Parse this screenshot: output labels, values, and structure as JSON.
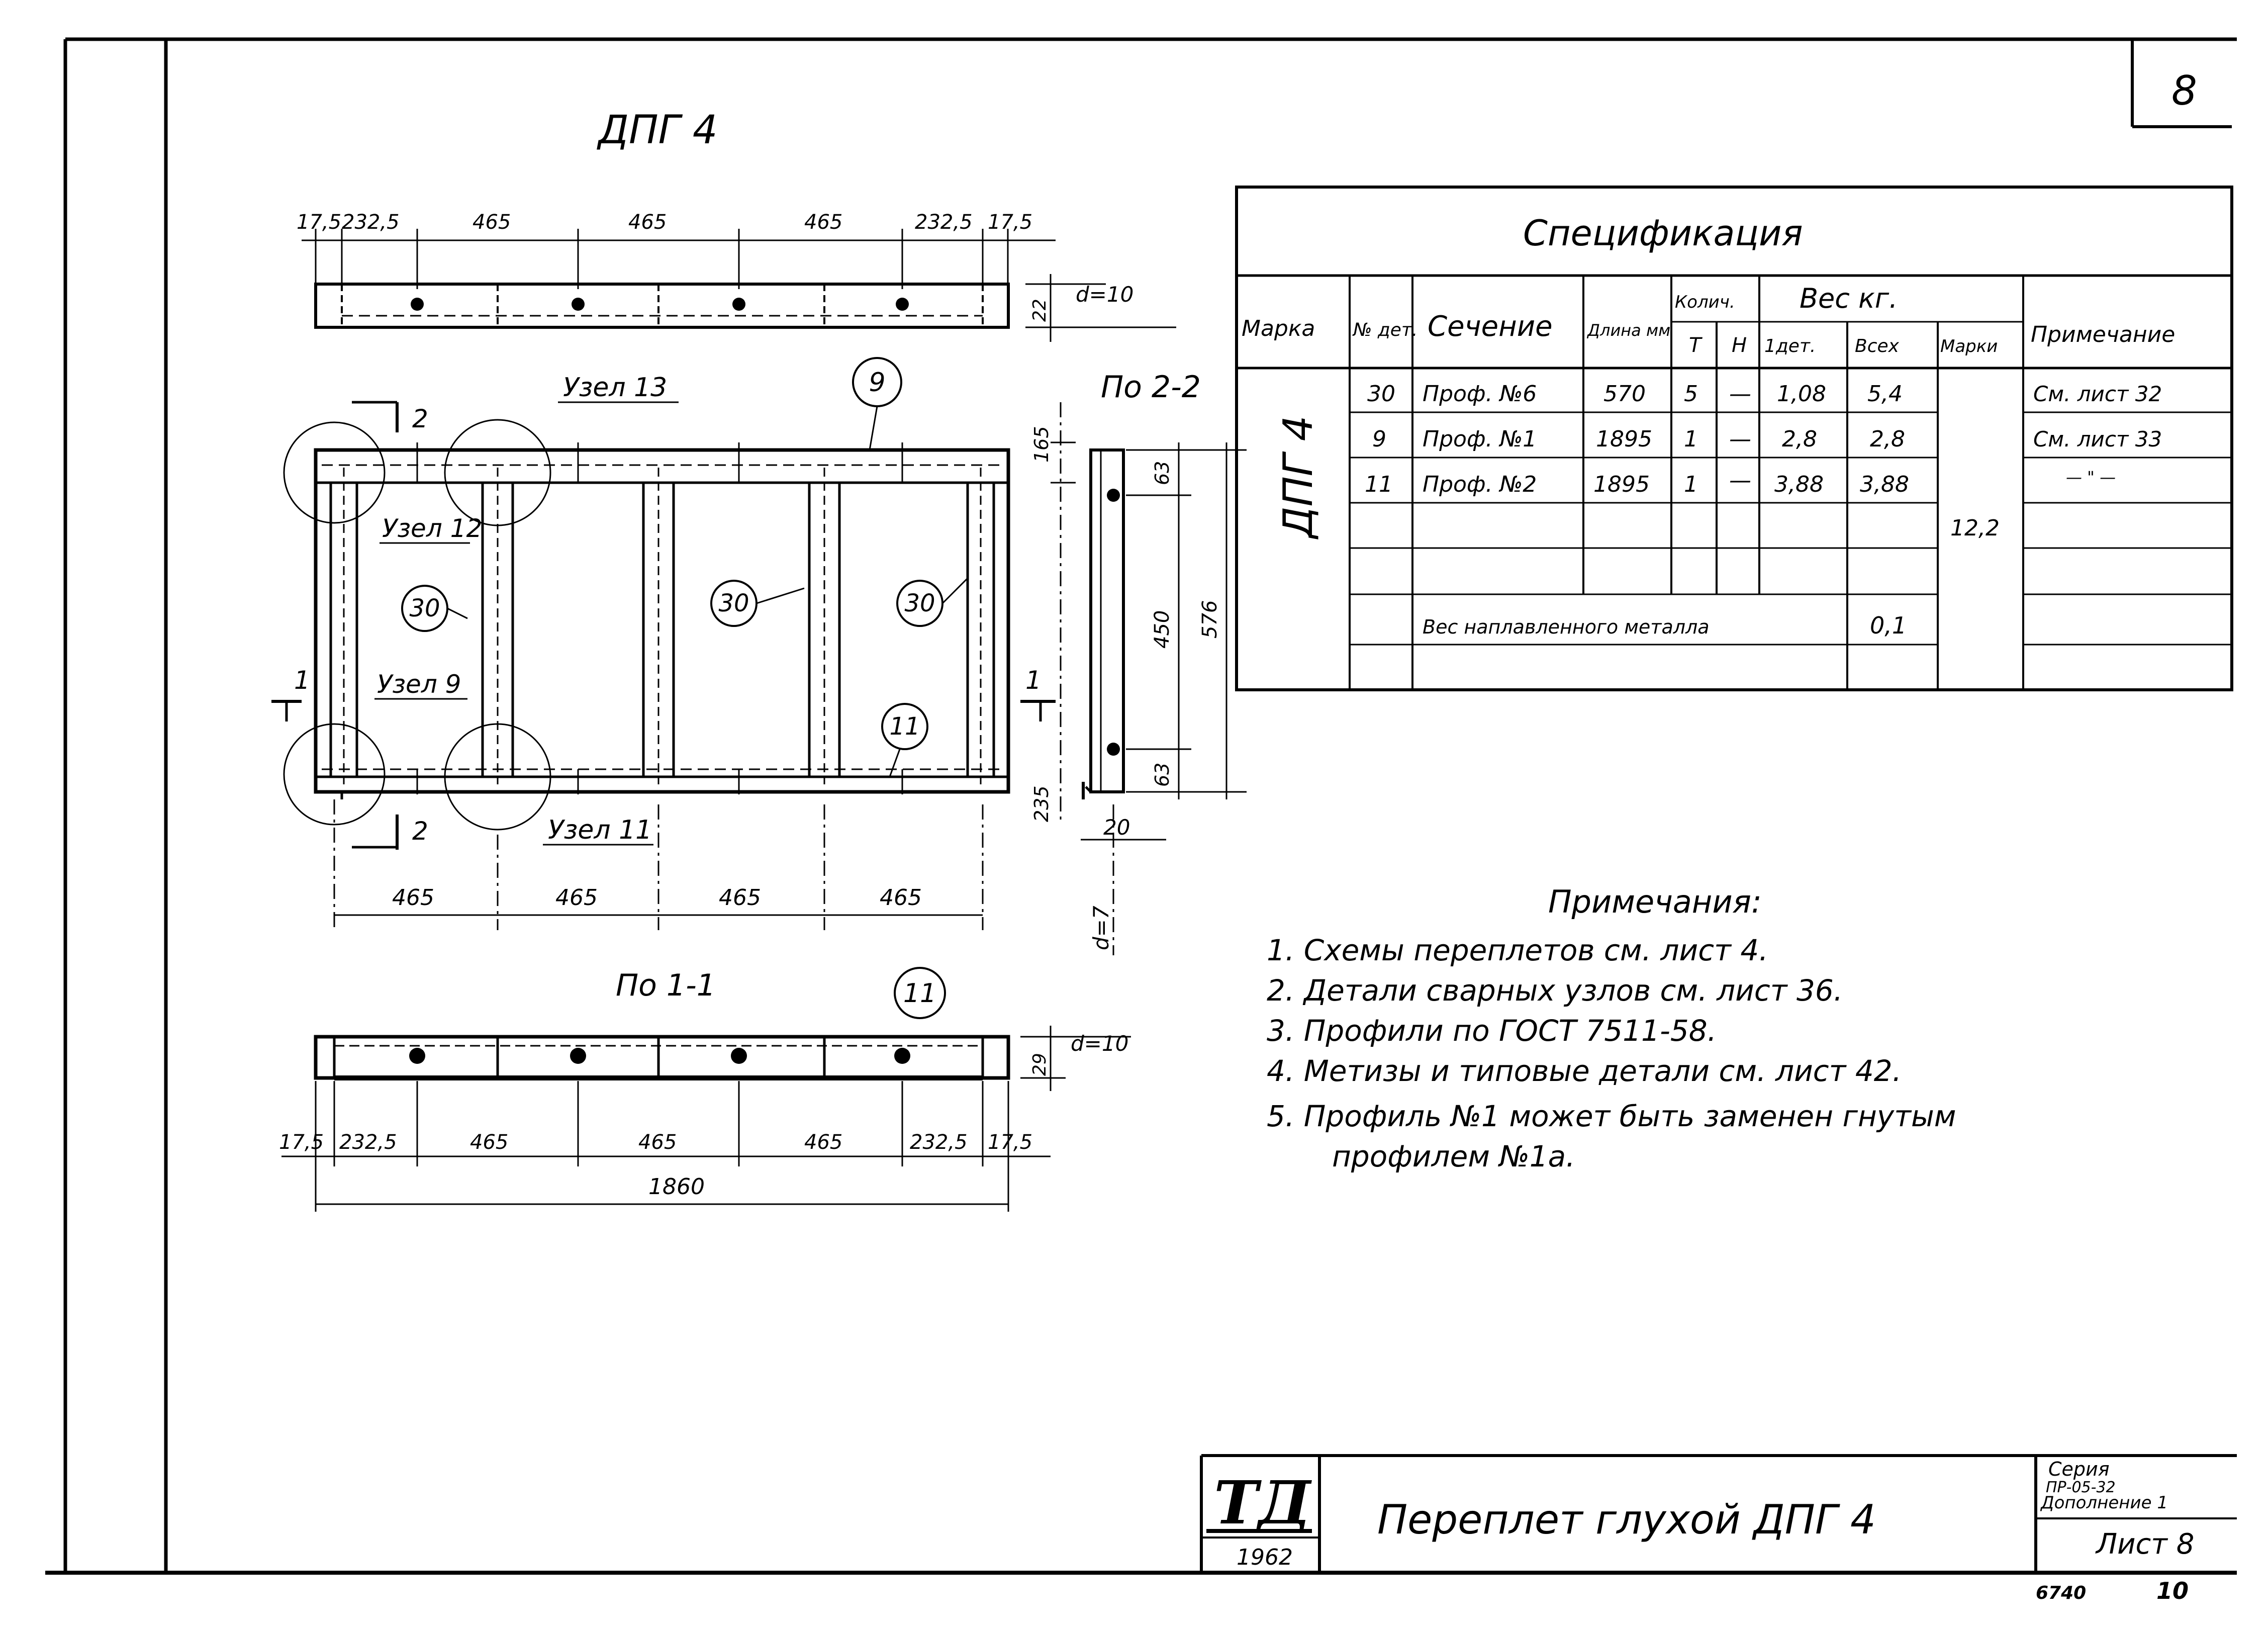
{
  "sheet_number": "8",
  "drawing_title": "ДПГ 4",
  "section_views": {
    "v22": "По 2-2",
    "v11": "По 1-1"
  },
  "top_view": {
    "dims": [
      "17,5",
      "232,5",
      "465",
      "465",
      "465",
      "232,5",
      "17,5"
    ],
    "thickness": "d=10",
    "height": "22"
  },
  "front_view": {
    "node_labels": [
      "Узел 13",
      "Узел 12",
      "Узел 9",
      "Узел 11"
    ],
    "cut_marks": [
      "2",
      "2",
      "1",
      "1"
    ],
    "callouts": [
      "9",
      "30",
      "30",
      "30",
      "11"
    ],
    "bottom_dims": [
      "465",
      "465",
      "465",
      "465"
    ]
  },
  "side_view": {
    "dims": [
      "63",
      "450",
      "576",
      "63",
      "165",
      "235",
      "20"
    ],
    "thickness": "d=7"
  },
  "bottom_view": {
    "callout": "11",
    "thickness": "d=10",
    "height": "29",
    "dims": [
      "17,5",
      "232,5",
      "465",
      "465",
      "465",
      "232,5",
      "17,5"
    ],
    "total": "1860"
  },
  "specification": {
    "title": "Спецификация",
    "headers": {
      "marka": "Марка",
      "no_det": "№ дет.",
      "sechenie": "Сечение",
      "dlina": "Длина мм",
      "kolich": "Колич.",
      "t": "Т",
      "n": "Н",
      "ves": "Вес кг.",
      "odet": "1дет.",
      "vseh": "Всех",
      "marki": "Марки",
      "primech": "Примечание"
    },
    "mark": "ДПГ 4",
    "rows": [
      {
        "no": "30",
        "section": "Проф. №6",
        "length": "570",
        "t": "5",
        "n": "—",
        "w1": "1,08",
        "wall": "5,4",
        "note": "См. лист 32"
      },
      {
        "no": "9",
        "section": "Проф. №1",
        "length": "1895",
        "t": "1",
        "n": "—",
        "w1": "2,8",
        "wall": "2,8",
        "note": "См. лист 33"
      },
      {
        "no": "11",
        "section": "Проф. №2",
        "length": "1895",
        "t": "1",
        "n": "—",
        "w1": "3,88",
        "wall": "3,88",
        "note": "— \" —"
      }
    ],
    "mark_weight": "12,2",
    "weld_label": "Вес наплавленного металла",
    "weld_value": "0,1"
  },
  "notes": {
    "title": "Примечания:",
    "items": [
      "1. Схемы переплетов см. лист 4.",
      "2. Детали сварных узлов см. лист 36.",
      "3. Профили по ГОСТ 7511-58.",
      "4. Метизы и типовые детали см. лист 42.",
      "5. Профиль №1 может быть заменен гнутым",
      "профилем №1а."
    ]
  },
  "title_block": {
    "logo": "ТД",
    "year": "1962",
    "title": "Переплет глухой ДПГ 4",
    "series1": "Серия",
    "series2": "ПР-05-32",
    "series3": "Дополнение 1",
    "sheet": "Лист 8",
    "code": "6740",
    "page": "10"
  }
}
